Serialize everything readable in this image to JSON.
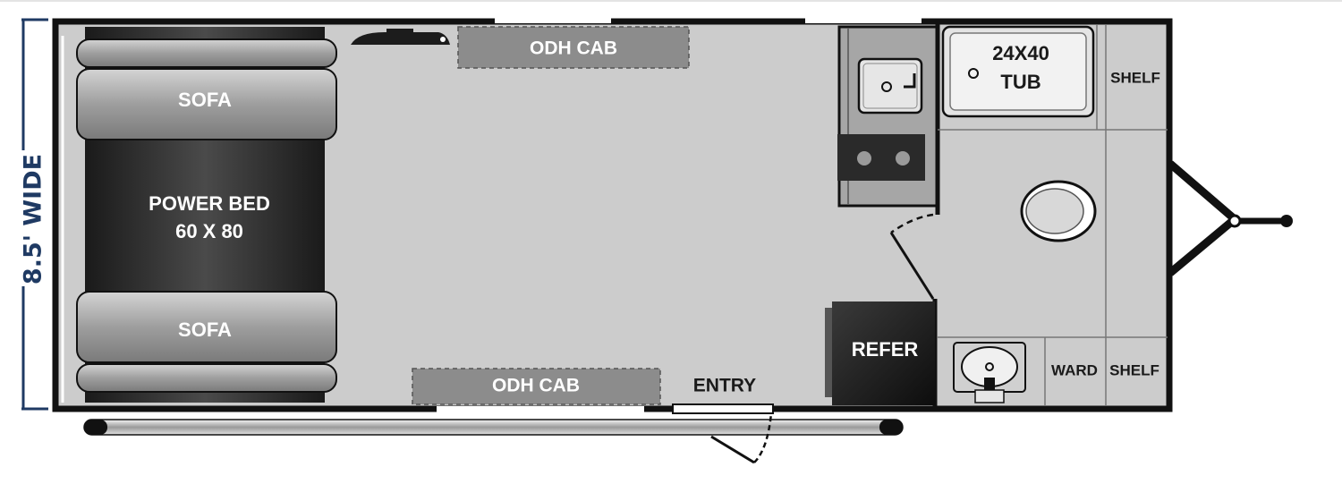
{
  "floorplan": {
    "width_label": "8.5' WIDE",
    "rooms": {
      "sofa_front": "SOFA",
      "power_bed_line1": "POWER BED",
      "power_bed_line2": "60 X 80",
      "sofa_rear": "SOFA",
      "odh_cab_top": "ODH CAB",
      "odh_cab_bottom": "ODH CAB",
      "entry": "ENTRY",
      "refer": "REFER",
      "tub_line1": "24X40",
      "tub_line2": "TUB",
      "shelf_top": "SHELF",
      "shelf_bottom": "SHELF",
      "ward": "WARD"
    }
  },
  "colors": {
    "floor": "#cccccc",
    "wall": "#111111",
    "bed": "#333333",
    "cabinet": "#8c8c8c",
    "counter": "#a6a6a6",
    "refer": "#1a1a1a",
    "width_marker": "#1f3a63"
  }
}
